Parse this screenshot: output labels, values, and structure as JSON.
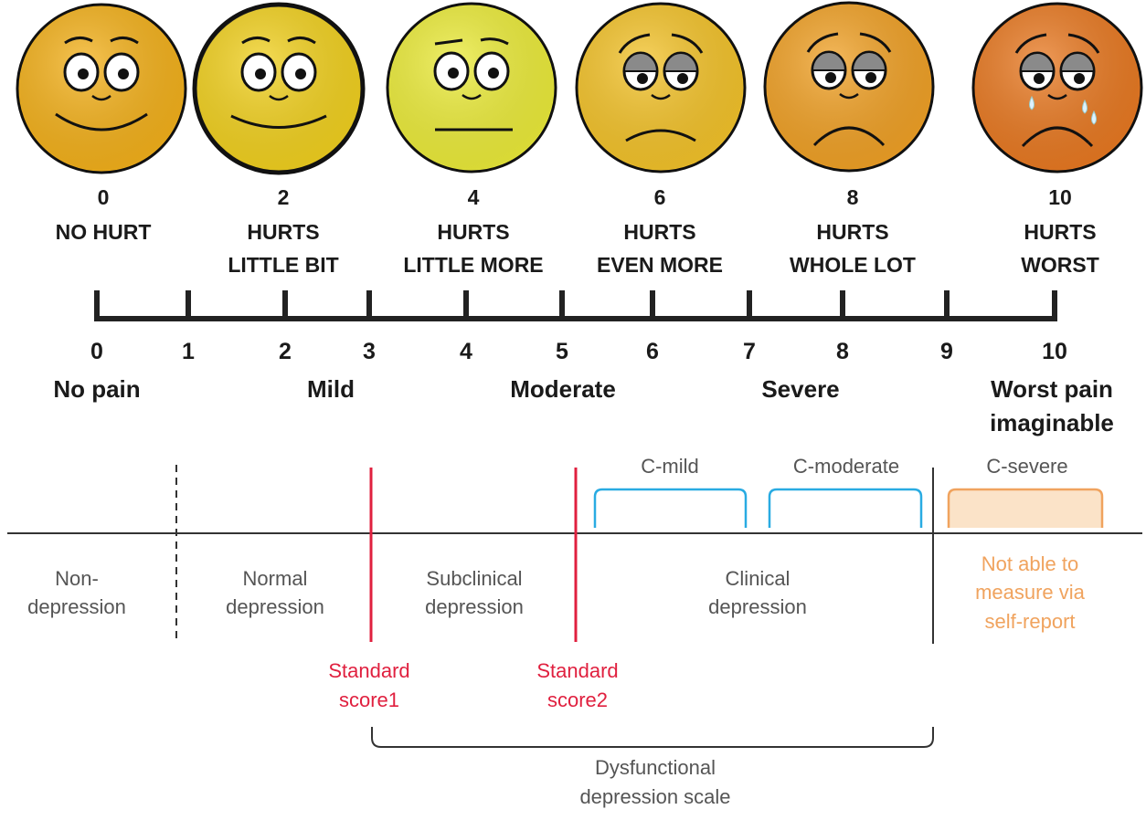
{
  "faces": [
    {
      "value": "0",
      "label_lines": [
        "NO HURT"
      ],
      "color": "#f5b21b",
      "mood": "happy"
    },
    {
      "value": "2",
      "label_lines": [
        "HURTS",
        "LITTLE BIT"
      ],
      "color": "#f3d21f",
      "mood": "smile"
    },
    {
      "value": "4",
      "label_lines": [
        "HURTS",
        "LITTLE MORE"
      ],
      "color": "#eded3a",
      "mood": "neutral"
    },
    {
      "value": "6",
      "label_lines": [
        "HURTS",
        "EVEN MORE"
      ],
      "color": "#f5c42a",
      "mood": "sad"
    },
    {
      "value": "8",
      "label_lines": [
        "HURTS",
        "WHOLE LOT"
      ],
      "color": "#f2a226",
      "mood": "very-sad"
    },
    {
      "value": "10",
      "label_lines": [
        "HURTS",
        "WORST"
      ],
      "color": "#ea7a22",
      "mood": "crying"
    }
  ],
  "scale": {
    "ticks": [
      "0",
      "1",
      "2",
      "3",
      "4",
      "5",
      "6",
      "7",
      "8",
      "9",
      "10"
    ],
    "categories": [
      "No pain",
      "Mild",
      "Moderate",
      "Severe",
      "Worst pain",
      "imaginable"
    ]
  },
  "depression": {
    "c_levels": [
      "C-mild",
      "C-moderate",
      "C-severe"
    ],
    "zones": {
      "non_depression": [
        "Non-",
        "depression"
      ],
      "normal": [
        "Normal",
        "depression"
      ],
      "subclinical": [
        "Subclinical",
        "depression"
      ],
      "clinical": [
        "Clinical",
        "depression"
      ],
      "not_able": [
        "Not able to",
        "measure via",
        "self-report"
      ]
    },
    "standard_scores": [
      [
        "Standard",
        "score1"
      ],
      [
        "Standard",
        "score2"
      ]
    ],
    "dfs_label": [
      "Dysfunctional",
      "depression scale"
    ]
  },
  "colors": {
    "standard_line": "#e0203f",
    "bracket_blue": "#29abe2",
    "severe_orange": "#f0a35e",
    "severe_fill": "#fbe3c8",
    "axis": "#222222"
  }
}
